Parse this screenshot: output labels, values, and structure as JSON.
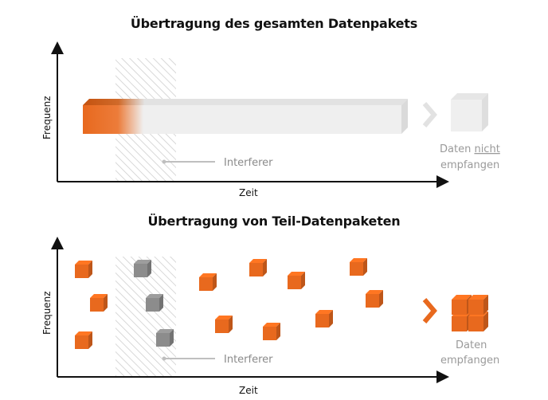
{
  "diagram_top": {
    "title": "Übertragung des gesamten Datenpakets",
    "y_label": "Frequenz",
    "x_label": "Zeit",
    "interferer_label": "Interferer",
    "result_line1_prefix": "Daten ",
    "result_line1_emph": "nicht",
    "result_line2": "empfangen"
  },
  "diagram_bottom": {
    "title": "Übertragung von Teil-Datenpaketen",
    "y_label": "Frequenz",
    "x_label": "Zeit",
    "interferer_label": "Interferer",
    "result_line1": "Daten",
    "result_line2": "empfangen"
  },
  "colors": {
    "orange": "#E8691E",
    "orange_dark": "#C4520F",
    "gray_packet": "#8C8C8C",
    "light_gray": "#EBEBEB",
    "axis": "#111111",
    "muted_text": "#9A9A9A"
  },
  "icons": [
    "arrow-right-icon",
    "packet-cube-icon",
    "stacked-packets-icon"
  ]
}
